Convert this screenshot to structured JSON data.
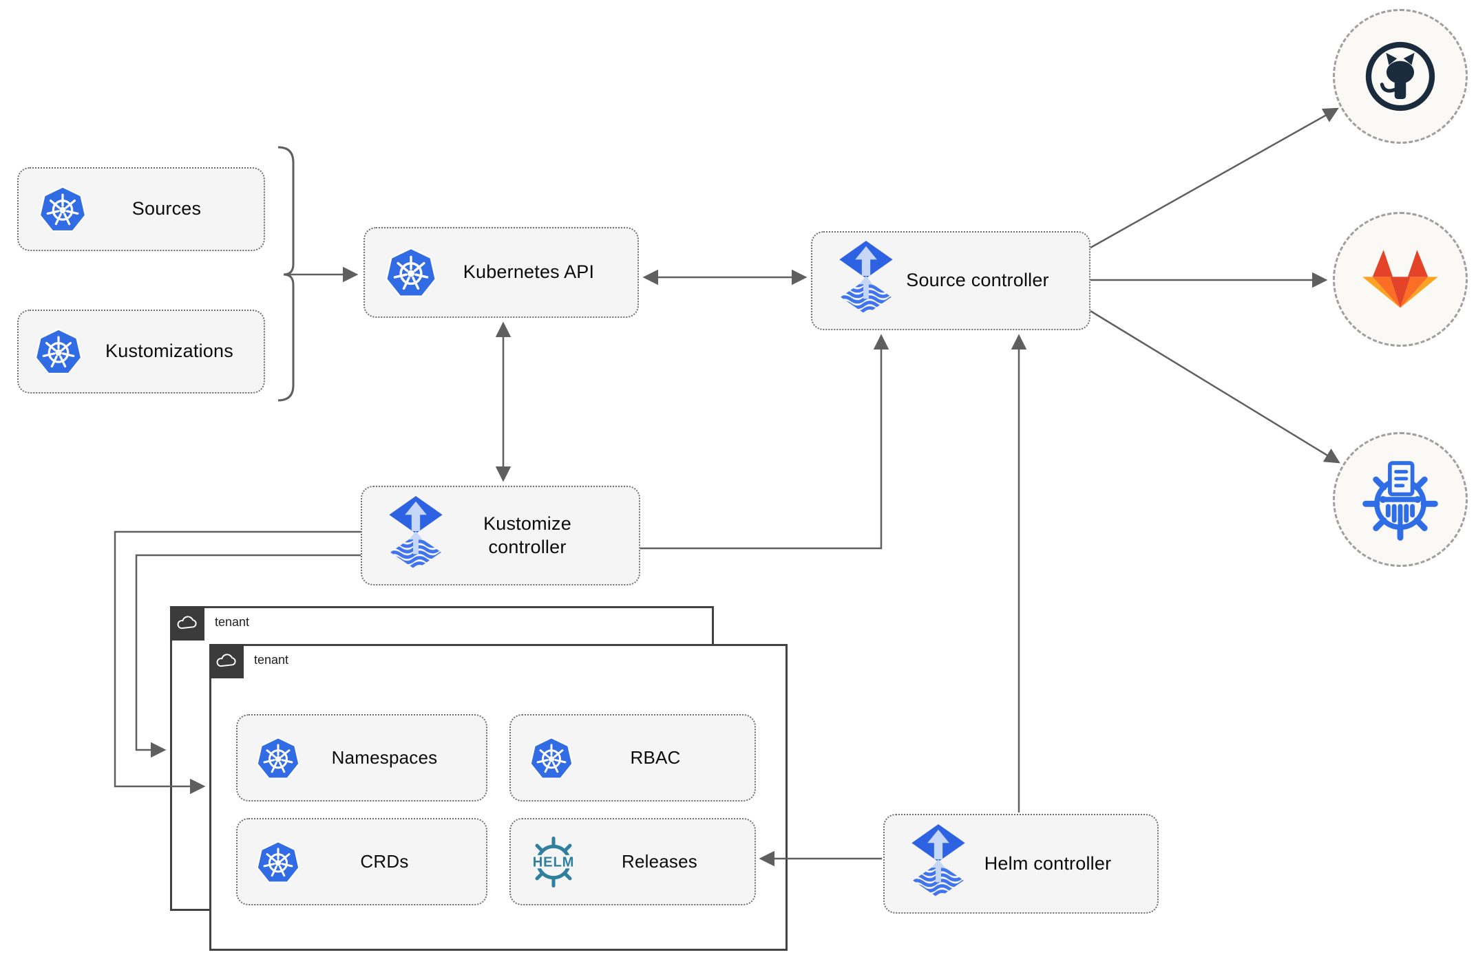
{
  "nodes": {
    "sources": {
      "label": "Sources"
    },
    "kustomizations": {
      "label": "Kustomizations"
    },
    "kubernetes_api": {
      "label": "Kubernetes API"
    },
    "source_controller": {
      "label": "Source controller"
    },
    "kustomize_controller": {
      "label": "Kustomize controller"
    },
    "helm_controller": {
      "label": "Helm controller"
    },
    "namespaces": {
      "label": "Namespaces"
    },
    "rbac": {
      "label": "RBAC"
    },
    "crds": {
      "label": "CRDs"
    },
    "releases": {
      "label": "Releases",
      "logo_text": "HELM"
    }
  },
  "tenants": [
    {
      "label": "tenant"
    },
    {
      "label": "tenant"
    }
  ],
  "icons": [
    "kubernetes-icon",
    "flux-icon",
    "helm-icon",
    "cloud-icon",
    "github-icon",
    "gitlab-icon",
    "kustomize-icon"
  ],
  "colors": {
    "kubernetes_blue": "#326ce5",
    "flux_blue": "#2d63e3",
    "flux_light": "#c6d6f6",
    "helm_teal": "#2f7f9e",
    "github_dark": "#1b2b3e",
    "gitlab_red": "#e24329",
    "gitlab_orange": "#fc6d26",
    "gitlab_yellow": "#fca326",
    "kustomize_blue": "#2e6de5",
    "connector_gray": "#5f5f5f",
    "node_fill": "#f5f5f5",
    "tenant_border": "#424242"
  }
}
